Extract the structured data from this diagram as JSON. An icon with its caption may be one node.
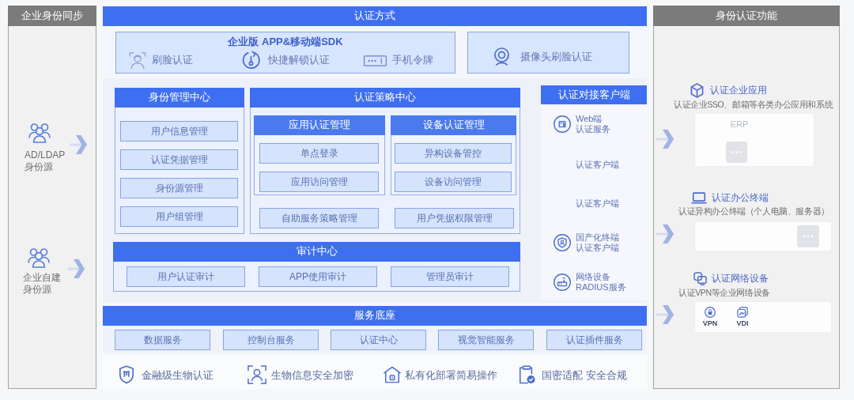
{
  "diagram": {
    "nodes": [
      {
        "text": [
          "企业身份同步"
        ]
      },
      {
        "text": [
          "AD/LDAP 身份源"
        ],
        "in": 0
      },
      {
        "text": [
          "企业自建身份源"
        ],
        "in": 0
      },
      {
        "text": [
          "认证方式"
        ]
      },
      {
        "text": [
          "企业版 APP&移动端SDK",
          "刷脸认证",
          "快捷解锁认证",
          "手机令牌"
        ],
        "in": 3
      },
      {
        "text": [
          "摄像头刷脸认证"
        ],
        "in": 3
      },
      {
        "text": [
          "身份管理中心"
        ]
      },
      {
        "text": [
          "用户信息管理"
        ],
        "in": 6
      },
      {
        "text": [
          "认证凭据管理"
        ],
        "in": 6
      },
      {
        "text": [
          "身份源管理"
        ],
        "in": 6
      },
      {
        "text": [
          "用户组管理"
        ],
        "in": 6
      },
      {
        "text": [
          "认证策略中心"
        ]
      },
      {
        "text": [
          "应用认证管理"
        ],
        "in": 11
      },
      {
        "text": [
          "单点登录"
        ],
        "in": 12
      },
      {
        "text": [
          "应用访问管理"
        ],
        "in": 12
      },
      {
        "text": [
          "设备认证管理"
        ],
        "in": 11
      },
      {
        "text": [
          "异构设备管控"
        ],
        "in": 15
      },
      {
        "text": [
          "设备访问管理"
        ],
        "in": 15
      },
      {
        "text": [
          "自助服务策略管理"
        ],
        "in": 11
      },
      {
        "text": [
          "用户凭据权限管理"
        ],
        "in": 11
      },
      {
        "text": [
          "审计中心"
        ]
      },
      {
        "text": [
          "用户认证审计"
        ],
        "in": 20
      },
      {
        "text": [
          "APP使用审计"
        ],
        "in": 20
      },
      {
        "text": [
          "管理员审计"
        ],
        "in": 20
      },
      {
        "text": [
          "认证对接客户端",
          "Web端认证服务",
          "认证客户端",
          "认证客户端",
          "国产化终端认证客户端",
          "网络设备 RADIUS服务"
        ]
      },
      {
        "text": [
          "服务底座"
        ]
      },
      {
        "text": [
          "数据服务"
        ],
        "in": 25
      },
      {
        "text": [
          "控制台服务"
        ],
        "in": 25
      },
      {
        "text": [
          "认证中心"
        ],
        "in": 25
      },
      {
        "text": [
          "视觉智能服务"
        ],
        "in": 25
      },
      {
        "text": [
          "认证插件服务"
        ],
        "in": 25
      },
      {
        "text": [
          "身份认证功能"
        ]
      },
      {
        "text": [
          "认证企业应用",
          "认证企业SSO、邮箱等各类办公应用和系统",
          "ERP"
        ],
        "in": 31
      },
      {
        "text": [
          "认证办公终端",
          "认证异构办公终端（个人电脑、服务器）"
        ],
        "in": 31
      },
      {
        "text": [
          "认证网络设备",
          "认证VPN等企业网络设备",
          "VPN",
          "VDI"
        ],
        "in": 31
      }
    ],
    "edges": [
      {
        "from": 1,
        "to": null,
        "arrow": "to"
      },
      {
        "from": 2,
        "to": null,
        "arrow": "to"
      },
      {
        "from": null,
        "to": 32,
        "arrow": "to"
      },
      {
        "from": null,
        "to": 33,
        "arrow": "to"
      },
      {
        "from": null,
        "to": 34,
        "arrow": "to"
      }
    ],
    "labels": [
      "金融级生物认证",
      "生物信息安全加密",
      "私有化部署简易操作",
      "国密适配 安全合规"
    ]
  }
}
